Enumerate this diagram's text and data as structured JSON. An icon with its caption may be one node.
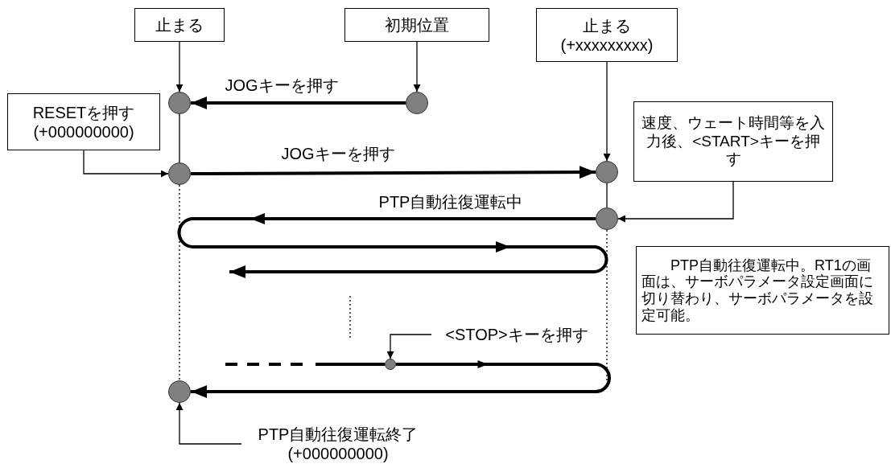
{
  "diagram": {
    "nodes": [
      {
        "text": [
          "止まる"
        ]
      },
      {
        "text": [
          "初期位置"
        ]
      },
      {
        "text": [
          "止まる",
          "(+xxxxxxxxx)"
        ]
      },
      {
        "text": [
          "RESETを押す (+000000000)"
        ]
      },
      {
        "text": [
          "速度、ウェート時間等を入力後、<START>キーを押す"
        ]
      },
      {
        "text": [
          "PTP自動往復運転中。RT1の画面は、サーボパラメータ設定画面に切り替わり、サーボパラメータを設定可能。"
        ]
      },
      {
        "text": [],
        "shape": "circle"
      },
      {
        "text": [],
        "shape": "circle"
      },
      {
        "text": [],
        "shape": "circle"
      },
      {
        "text": [],
        "shape": "circle"
      },
      {
        "text": [],
        "shape": "circle"
      },
      {
        "text": [],
        "shape": "circle"
      },
      {
        "text": [],
        "shape": "circle"
      },
      {
        "text": [
          "<STOP>キーを押す"
        ]
      },
      {
        "text": [
          "PTP自動往復運転終了 (+000000000)"
        ]
      }
    ],
    "edges": [
      {
        "from": 0,
        "to": 6,
        "arrow": "to"
      },
      {
        "from": 1,
        "to": 7,
        "arrow": "to"
      },
      {
        "from": 7,
        "to": 6,
        "arrow": "to",
        "style": "thick",
        "label": "JOGキーを押す"
      },
      {
        "from": 3,
        "to": 8,
        "arrow": "to"
      },
      {
        "from": 6,
        "to": 8,
        "arrow": "none"
      },
      {
        "from": 2,
        "to": 9,
        "arrow": "to"
      },
      {
        "from": 8,
        "to": 9,
        "arrow": "to",
        "style": "thick",
        "label": "JOGキーを押す"
      },
      {
        "from": 9,
        "to": 10,
        "arrow": "none"
      },
      {
        "from": 4,
        "to": 10,
        "arrow": "to"
      },
      {
        "from": 10,
        "to": null,
        "arrow": "to",
        "style": "thick",
        "label": "PTP自動往復運転中"
      },
      {
        "from": null,
        "to": 11,
        "arrow": "none",
        "style": "thick"
      },
      {
        "from": 13,
        "to": 11,
        "arrow": "to"
      },
      {
        "from": 11,
        "to": 12,
        "arrow": "to",
        "style": "thick"
      },
      {
        "from": 14,
        "to": 12,
        "arrow": "to"
      },
      {
        "from": 8,
        "to": 12,
        "arrow": "none",
        "style": "dashed"
      },
      {
        "from": 10,
        "to": null,
        "arrow": "none",
        "style": "dashed"
      }
    ]
  }
}
